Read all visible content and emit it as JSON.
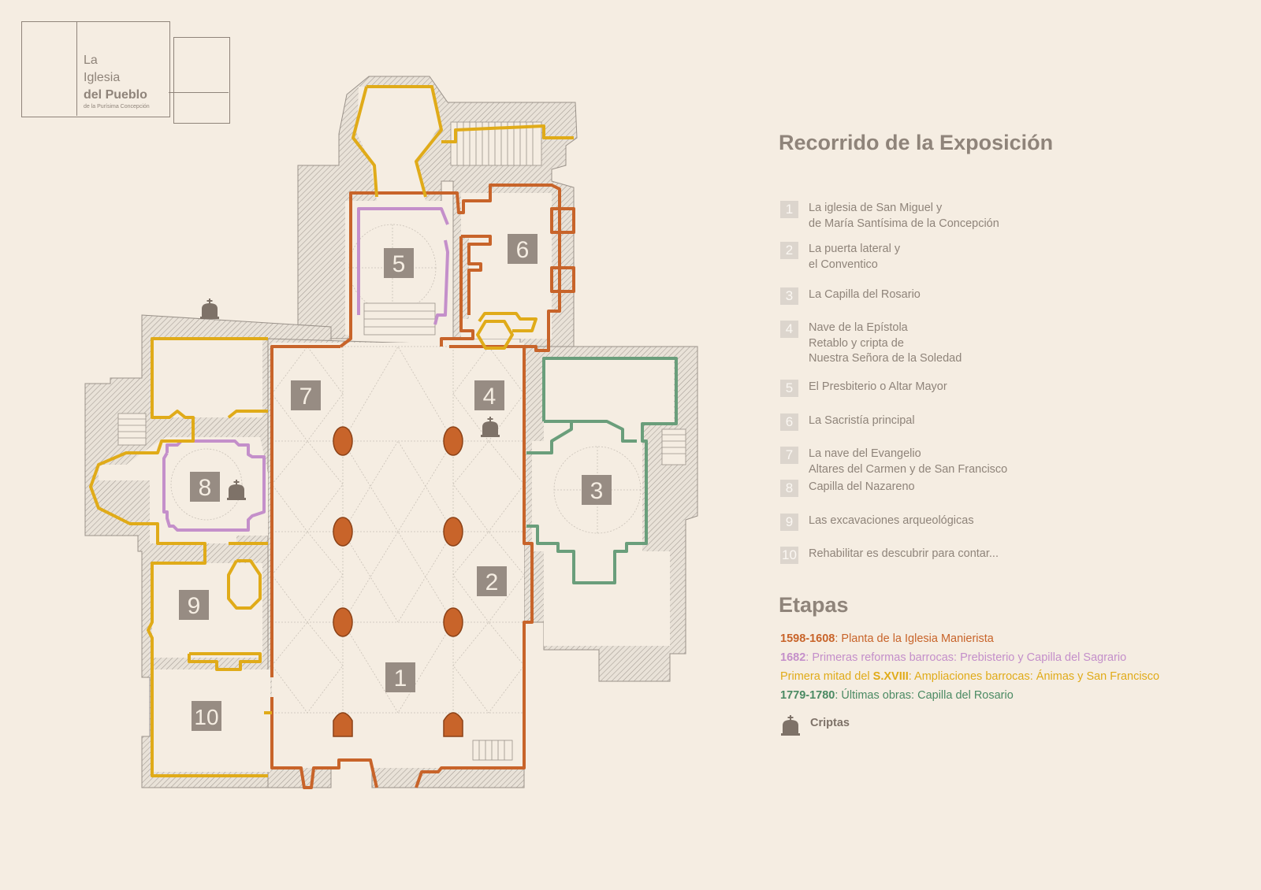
{
  "logo": {
    "line1": "La",
    "line2": "Iglesia",
    "line3": "del Pueblo",
    "line4": "de la Purísima Concepción"
  },
  "legend": {
    "title": "Recorrido de la Exposición",
    "items": [
      {
        "num": "1",
        "lines": [
          "La iglesia de San Miguel y",
          "de María Santísima de la Concepción"
        ]
      },
      {
        "num": "2",
        "lines": [
          "La puerta lateral y",
          "el Conventico"
        ]
      },
      {
        "num": "3",
        "lines": [
          "La Capilla del Rosario"
        ]
      },
      {
        "num": "4",
        "lines": [
          "Nave de la Epístola",
          "Retablo y cripta de",
          "Nuestra Señora de la Soledad"
        ]
      },
      {
        "num": "5",
        "lines": [
          "El Presbiterio o Altar Mayor"
        ]
      },
      {
        "num": "6",
        "lines": [
          "La Sacristía principal"
        ]
      },
      {
        "num": "7",
        "lines": [
          "La nave del Evangelio",
          "Altares del Carmen y de San Francisco"
        ]
      },
      {
        "num": "8",
        "lines": [
          "Capilla del Nazareno"
        ]
      },
      {
        "num": "9",
        "lines": [
          "Las excavaciones arqueológicas"
        ]
      },
      {
        "num": "10",
        "lines": [
          "Rehabilitar es descubrir para contar..."
        ]
      }
    ]
  },
  "etapas": {
    "title": "Etapas",
    "stages": [
      {
        "parts": [
          {
            "t": "1598-1608",
            "b": true
          },
          {
            "t": ": Planta de la Iglesia Manierista",
            "b": false
          }
        ],
        "color": "#c8642a"
      },
      {
        "parts": [
          {
            "t": "1682",
            "b": true
          },
          {
            "t": ": Primeras reformas barrocas: Prebisterio y Capilla del Sagrario",
            "b": false
          }
        ],
        "color": "#c48fca"
      },
      {
        "parts": [
          {
            "t": "Primera mitad del ",
            "b": false
          },
          {
            "t": "S.XVIII",
            "b": true
          },
          {
            "t": ": Ampliaciones barrocas: Ánimas y San Francisco",
            "b": false
          }
        ],
        "color": "#e0ab19"
      },
      {
        "parts": [
          {
            "t": "1779-1780",
            "b": true
          },
          {
            "t": ": Últimas obras: Capilla del Rosario",
            "b": false
          }
        ],
        "color": "#4b8a63"
      }
    ],
    "criptas": "Criptas"
  },
  "map": {
    "room_numbers": [
      "1",
      "2",
      "3",
      "4",
      "5",
      "6",
      "7",
      "8",
      "9",
      "10"
    ],
    "colors": {
      "manierista": "#c8642a",
      "barroca_1682": "#c48fca",
      "barroca_xviii": "#e0ab19",
      "ultimas": "#6a9e7b",
      "wall": "#9a928a",
      "numbox": "#978c83",
      "column": "#c8642a"
    },
    "icons": [
      "cross-tomb-icon"
    ]
  }
}
